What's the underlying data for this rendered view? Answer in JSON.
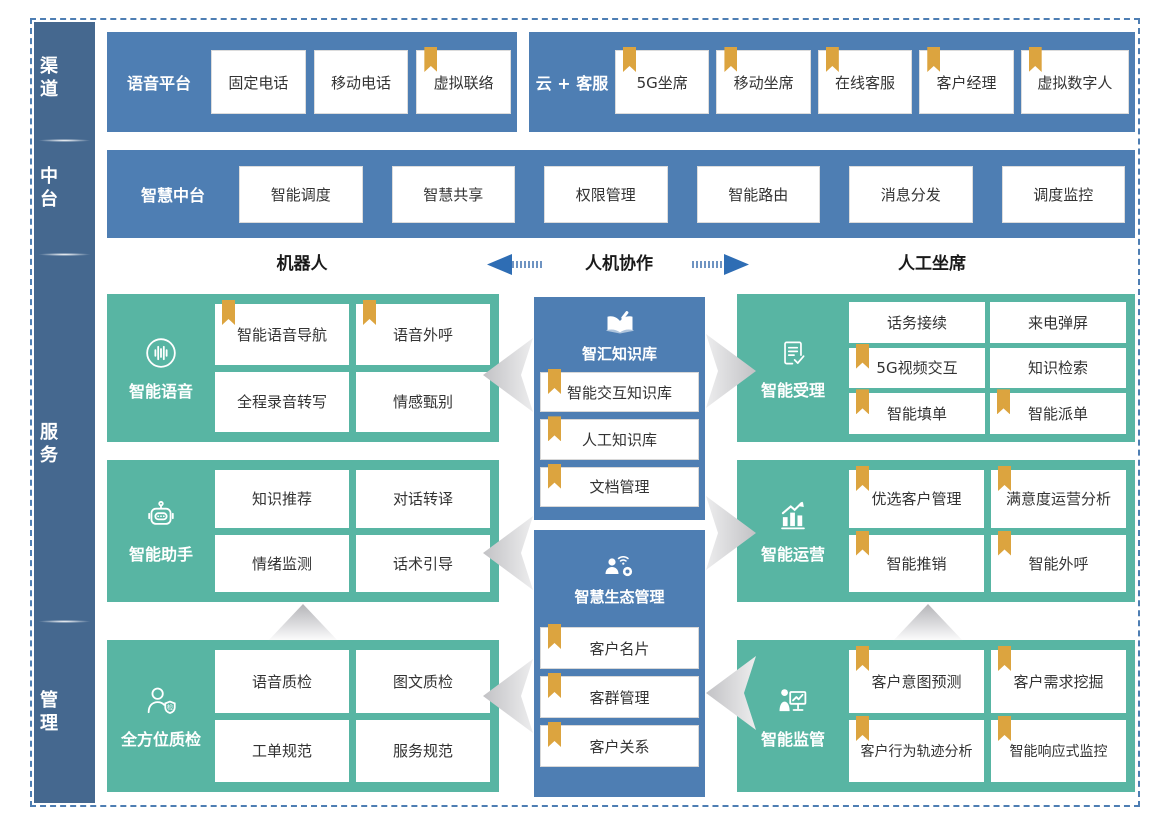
{
  "palette": {
    "panel_blue": "#4e7eb3",
    "sidebar_blue": "#45688f",
    "teal_green": "#58b5a3",
    "bookmark_gold": "#dca43f",
    "arrow_blue": "#2e6db4",
    "chevron_gray": "#c2c2c5",
    "border_dashed_blue": "#4e7eb3"
  },
  "sidebar": {
    "items": [
      "渠道",
      "中台",
      "服务",
      "管理"
    ]
  },
  "channel": {
    "voice_platform": {
      "title": "语音平台",
      "items": [
        {
          "label": "固定电话",
          "bookmark": false
        },
        {
          "label": "移动电话",
          "bookmark": false
        },
        {
          "label": "虚拟联络",
          "bookmark": true
        }
      ]
    },
    "cloud_service": {
      "title": "云 + 客服",
      "items": [
        {
          "label": "5G坐席",
          "bookmark": true
        },
        {
          "label": "移动坐席",
          "bookmark": true
        },
        {
          "label": "在线客服",
          "bookmark": true
        },
        {
          "label": "客户经理",
          "bookmark": true
        },
        {
          "label": "虚拟数字人",
          "bookmark": true
        }
      ]
    }
  },
  "mid_platform": {
    "title": "智慧中台",
    "items": [
      {
        "label": "智能调度",
        "bookmark": false
      },
      {
        "label": "智慧共享",
        "bookmark": false
      },
      {
        "label": "权限管理",
        "bookmark": false
      },
      {
        "label": "智能路由",
        "bookmark": false
      },
      {
        "label": "消息分发",
        "bookmark": false
      },
      {
        "label": "调度监控",
        "bookmark": false
      }
    ]
  },
  "collab": {
    "left": "机器人",
    "center": "人机协作",
    "right": "人工坐席"
  },
  "left_blocks": [
    {
      "title": "智能语音",
      "icon": "voice-wave-icon",
      "items": [
        {
          "label": "智能语音导航",
          "bookmark": true
        },
        {
          "label": "语音外呼",
          "bookmark": true
        },
        {
          "label": "全程录音转写",
          "bookmark": false
        },
        {
          "label": "情感甄别",
          "bookmark": false
        }
      ]
    },
    {
      "title": "智能助手",
      "icon": "robot-icon",
      "items": [
        {
          "label": "知识推荐",
          "bookmark": false
        },
        {
          "label": "对话转译",
          "bookmark": false
        },
        {
          "label": "情绪监测",
          "bookmark": false
        },
        {
          "label": "话术引导",
          "bookmark": false
        }
      ]
    },
    {
      "title": "全方位质检",
      "icon": "quality-inspector-icon",
      "items": [
        {
          "label": "语音质检",
          "bookmark": false
        },
        {
          "label": "图文质检",
          "bookmark": false
        },
        {
          "label": "工单规范",
          "bookmark": false
        },
        {
          "label": "服务规范",
          "bookmark": false
        }
      ]
    }
  ],
  "center_blocks": [
    {
      "title": "智汇知识库",
      "icon": "knowledge-book-icon",
      "items": [
        {
          "label": "智能交互知识库",
          "bookmark": true
        },
        {
          "label": "人工知识库",
          "bookmark": true
        },
        {
          "label": "文档管理",
          "bookmark": true
        }
      ]
    },
    {
      "title": "智慧生态管理",
      "icon": "ecosystem-people-icon",
      "items": [
        {
          "label": "客户名片",
          "bookmark": true
        },
        {
          "label": "客群管理",
          "bookmark": true
        },
        {
          "label": "客户关系",
          "bookmark": true
        }
      ]
    }
  ],
  "right_blocks": [
    {
      "title": "智能受理",
      "icon": "document-check-icon",
      "items": [
        {
          "label": "话务接续",
          "bookmark": false
        },
        {
          "label": "来电弹屏",
          "bookmark": false
        },
        {
          "label": "5G视频交互",
          "bookmark": true
        },
        {
          "label": "知识检索",
          "bookmark": false
        },
        {
          "label": "智能填单",
          "bookmark": true
        },
        {
          "label": "智能派单",
          "bookmark": true
        }
      ]
    },
    {
      "title": "智能运营",
      "icon": "chart-growth-icon",
      "items": [
        {
          "label": "优选客户管理",
          "bookmark": true
        },
        {
          "label": "满意度运营分析",
          "bookmark": true
        },
        {
          "label": "智能推销",
          "bookmark": true
        },
        {
          "label": "智能外呼",
          "bookmark": true
        }
      ]
    },
    {
      "title": "智能监管",
      "icon": "presentation-monitor-icon",
      "items": [
        {
          "label": "客户意图预测",
          "bookmark": true
        },
        {
          "label": "客户需求挖掘",
          "bookmark": true
        },
        {
          "label": "客户行为轨迹分析",
          "bookmark": true
        },
        {
          "label": "智能响应式监控",
          "bookmark": true
        }
      ]
    }
  ]
}
